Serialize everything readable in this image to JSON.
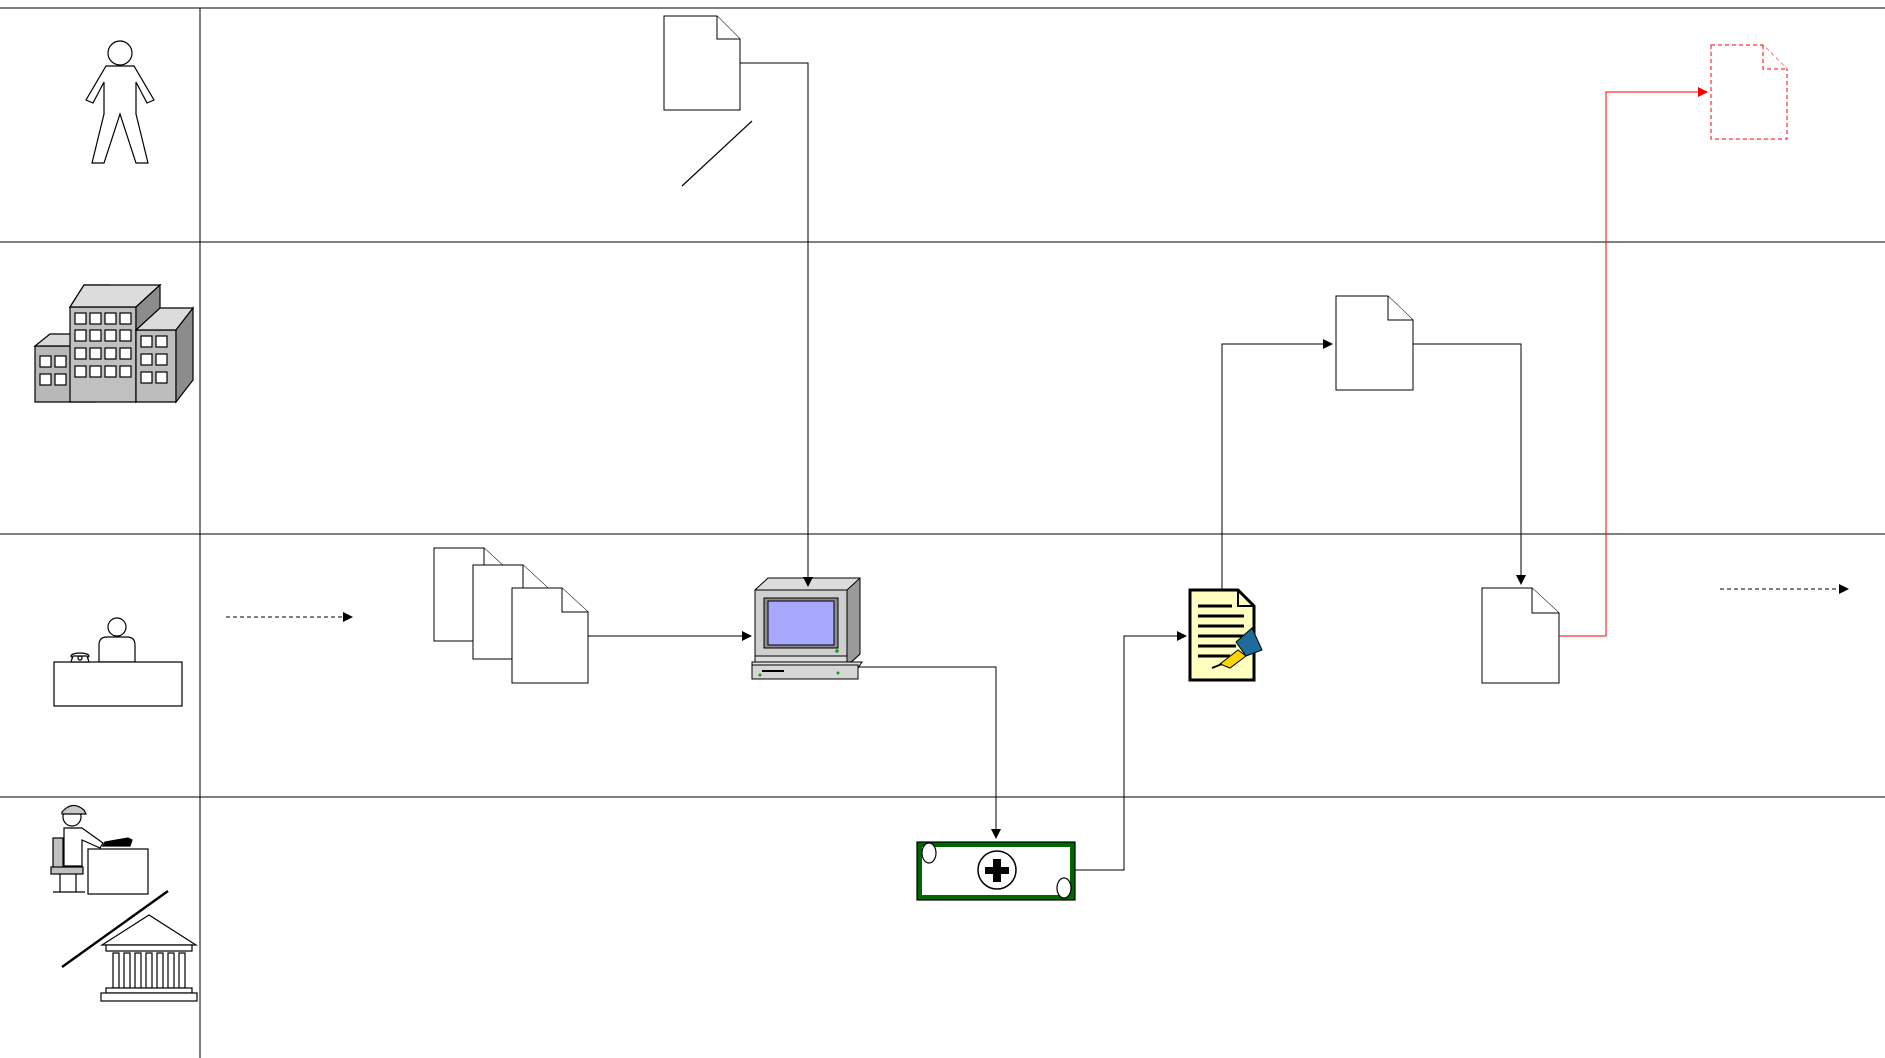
{
  "diagram": {
    "lanes": [
      {
        "id": "person",
        "icon": "person-icon"
      },
      {
        "id": "company",
        "icon": "office-building-icon"
      },
      {
        "id": "clerk",
        "icon": "clerk-at-desk-icon"
      },
      {
        "id": "bank",
        "icon": "bank-teller-and-bank-icon"
      }
    ],
    "nodes": [
      {
        "id": "doc-request",
        "icon": "document-icon"
      },
      {
        "id": "doc-stack",
        "icon": "document-stack-icon"
      },
      {
        "id": "computer",
        "icon": "computer-icon"
      },
      {
        "id": "payment",
        "icon": "banknote-plus-icon"
      },
      {
        "id": "approval",
        "icon": "signed-document-icon"
      },
      {
        "id": "doc-company",
        "icon": "document-icon"
      },
      {
        "id": "doc-clerk",
        "icon": "document-icon"
      },
      {
        "id": "doc-final",
        "icon": "dashed-document-icon"
      }
    ],
    "colors": {
      "line": "#000000",
      "highlight": "#ff0000",
      "money_green": "#006600",
      "screen_blue": "#a8a8ff",
      "note_yellow": "#ffffc0"
    }
  }
}
